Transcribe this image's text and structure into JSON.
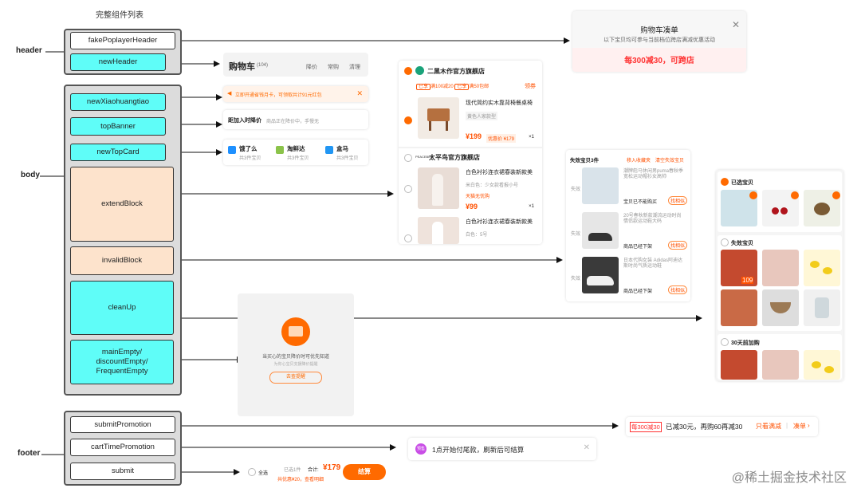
{
  "diagram": {
    "title": "完整组件列表",
    "sections": {
      "header": "header",
      "body": "body",
      "footer": "footer"
    },
    "components": {
      "fakePopplayerHeader": "fakePoplayerHeader",
      "newHeader": "newHeader",
      "newXiaohuangtiao": "newXiaohuangtiao",
      "topBanner": "topBanner",
      "newTopCard": "newTopCard",
      "extendBlock": "extendBlock",
      "invalidBlock": "invalidBlock",
      "cleanUp": "cleanUp",
      "mainEmpty": "mainEmpty/",
      "discountEmpty": "discountEmpty/",
      "frequentEmpty": "FrequentEmpty",
      "submitPromotion": "submitPromotion",
      "cartTimePromotion": "cartTimePromotion",
      "submit": "submit"
    },
    "colors": {
      "cyan": "#5ffdf8",
      "peach": "#fde3cc",
      "orange": "#ff5000"
    }
  },
  "poplayer": {
    "title": "购物车凑单",
    "subtitle": "以下宝贝均可参与当前档位跨店满减优惠活动",
    "promo": "每300减30，可跨店",
    "close_icon": "close-icon"
  },
  "header": {
    "title": "购物车",
    "count": "(104)",
    "tabs": [
      "降价",
      "常购",
      "清理"
    ]
  },
  "xiaohuangtiao": {
    "text": "立即开通省钱月卡，可领取共计91元红包"
  },
  "topbanner": {
    "bold": "距加入时降价",
    "text": "商品正在降价中，手慢无"
  },
  "topcard": {
    "items": [
      {
        "name": "饿了么",
        "sub": "共3件宝贝"
      },
      {
        "name": "淘鲜达",
        "sub": "共3件宝贝"
      },
      {
        "name": "盒马",
        "sub": "共3件宝贝"
      }
    ]
  },
  "extend": {
    "shop1": "二黑木作官方旗舰店",
    "shop1_tags": [
      "已享",
      "满100减20",
      "已享",
      "满50包邮"
    ],
    "shop1_coupon": "领券",
    "item1_title": "现代简约实木靠背椅餐桌椅",
    "item1_sku": "黄色人家款型",
    "item1_price": "¥199",
    "item1_sub": "优惠价 ¥179",
    "item1_qty": "×1",
    "shop2": "太平鸟官方旗舰店",
    "shop2_logo": "PEACEBIRD",
    "item2_title": "白色衬衫连衣裙春装新款美",
    "item2_sku": "米白色：少女款看报小号",
    "item2_tag": "天猫无忧购",
    "item2_price": "¥99",
    "item2_qty": "×1",
    "item3_title": "白色衬衫连衣裙春装新款美",
    "item3_sku": "白色：5号"
  },
  "invalid": {
    "header": "失效宝贝3件",
    "action1": "移入收藏夹",
    "action2": "清空失效宝贝",
    "badge": "失效",
    "items": [
      {
        "title": "潮牌彪马休闲男puma春秋季宽松运动帽衫女高帅",
        "status": "宝贝已不能购买",
        "btn": "找相似"
      },
      {
        "title": "20号春秋新款潮流运动时尚情侣款运动鞋大码",
        "status": "商品已经下架",
        "btn": "找相似"
      },
      {
        "title": "日本代购女装 Adidas阿迪达斯时尚气质运动鞋",
        "status": "商品已经下架",
        "btn": "找相似"
      }
    ]
  },
  "cleanup": {
    "sections": [
      "已选宝贝",
      "失效宝贝",
      "30天前加购"
    ],
    "price_tag": "109"
  },
  "empty": {
    "text": "当买心的宝贝降价时可优先知道",
    "sub": "为你心宝贝支援降价提醒",
    "button": "去查提醒"
  },
  "submit_promotion": {
    "tag": "每300减30",
    "text": "已减30元，再购60再减30",
    "link1": "只看满减",
    "link2": "凑单"
  },
  "cart_time_promotion": {
    "badge": "预售",
    "text": "1点开始付尾款，刷新后可结算"
  },
  "submit_bar": {
    "select_all": "全选",
    "selected": "已选1件",
    "total_label": "合计:",
    "total": "¥179",
    "discount": "共优惠¥20，查看明细",
    "button": "结算"
  },
  "watermark": "@稀土掘金技术社区"
}
